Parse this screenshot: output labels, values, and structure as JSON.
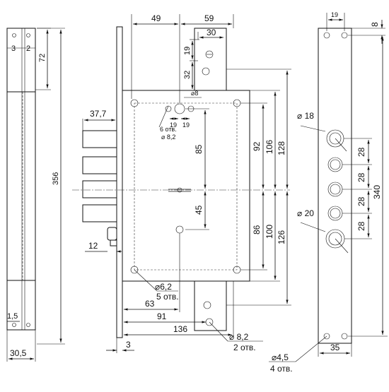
{
  "side_view": {
    "width_30_5": "30,5",
    "dim_3": "3",
    "dim_2": "2",
    "dim_72": "72",
    "dim_356": "356",
    "dim_1_5": "1,5"
  },
  "front_view": {
    "dim_49": "49",
    "dim_59": "59",
    "dim_30": "30",
    "dim_19_top": "19",
    "dim_32": "32",
    "dim_8_hole": "8",
    "dim_6_holes": "6 отв.",
    "dim_8_2_hole": "8,2",
    "dim_19_a": "19",
    "dim_19_b": "19",
    "dim_37_7": "37,7",
    "dim_85": "85",
    "dim_45": "45",
    "dim_92": "92",
    "dim_106": "106",
    "dim_128": "128",
    "dim_86": "86",
    "dim_100": "100",
    "dim_126": "126",
    "dim_12": "12",
    "dim_6_2": "6,2",
    "dim_5_holes": "5 отв.",
    "dim_63": "63",
    "dim_91": "91",
    "dim_136": "136",
    "dim_8_2_bottom": "8,2",
    "dim_2_holes": "2 отв.",
    "dim_3_bottom": "3"
  },
  "strike_plate": {
    "dim_19": "19",
    "dim_8": "8",
    "dim_18": "18",
    "dim_20": "20",
    "dim_28_1": "28",
    "dim_28_2": "28",
    "dim_28_3": "28",
    "dim_28_4": "28",
    "dim_340": "340",
    "dim_35": "35",
    "dim_4_5": "4,5",
    "dim_4_holes": "4 отв."
  }
}
